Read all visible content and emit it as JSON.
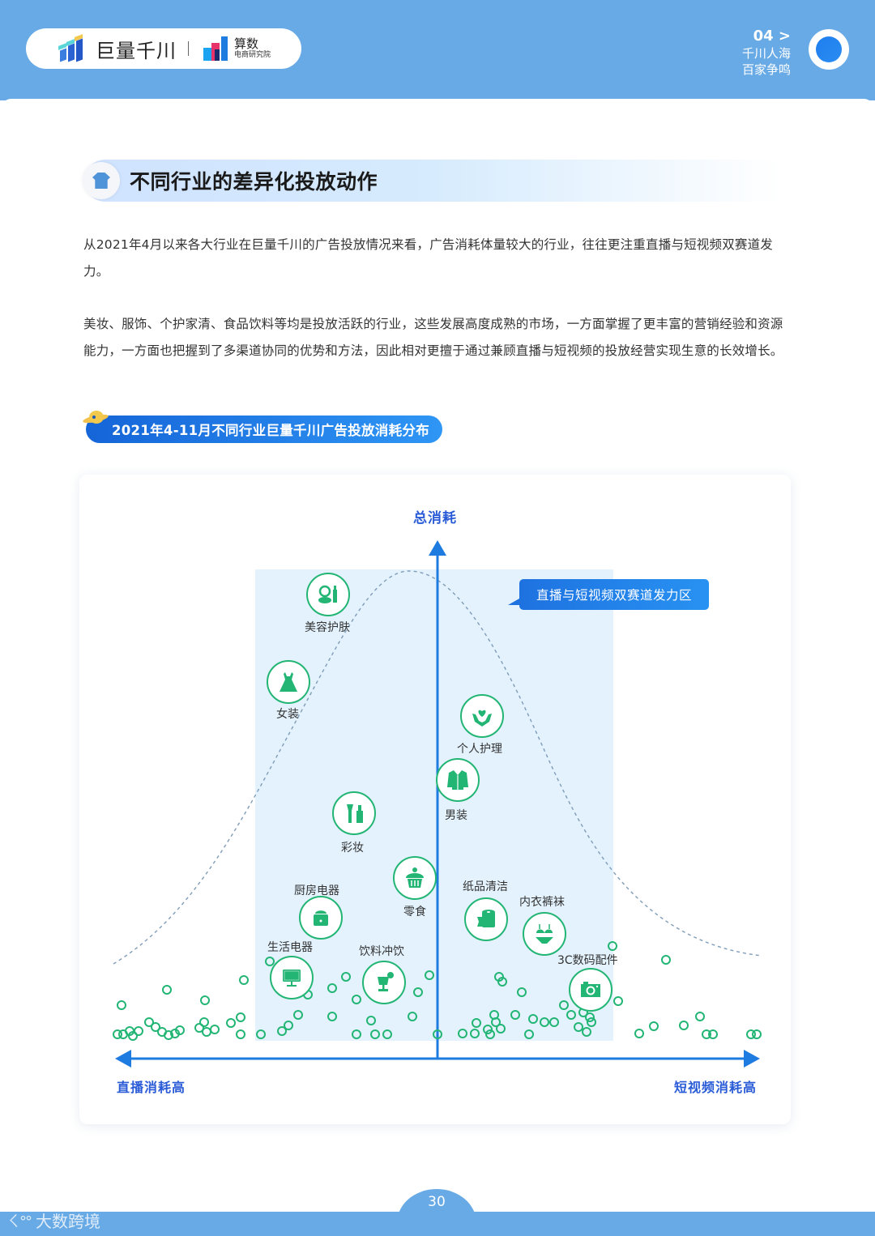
{
  "header": {
    "brand_primary": "巨量千川",
    "brand_secondary_title": "算数",
    "brand_secondary_subtitle": "电商研究院",
    "chapter_number": "04 >",
    "chapter_title_line1": "千川人海",
    "chapter_title_line2": "百家争鸣"
  },
  "section": {
    "title": "不同行业的差异化投放动作",
    "icon": "shirt-icon"
  },
  "paragraphs": [
    "从2021年4月以来各大行业在巨量千川的广告投放情况来看，广告消耗体量较大的行业，往往更注重直播与短视频双赛道发力。",
    "美妆、服饰、个护家清、食品饮料等均是投放活跃的行业，这些发展高度成熟的市场，一方面掌握了更丰富的营销经验和资源能力，一方面也把握到了多渠道协同的优势和方法，因此相对更擅于通过兼顾直播与短视频的投放经营实现生意的长效增长。"
  ],
  "chart_label": "2021年4-11月不同行业巨量千川广告投放消耗分布",
  "chart": {
    "y_axis_label": "总消耗",
    "x_axis_left_label": "直播消耗高",
    "x_axis_right_label": "短视频消耗高",
    "zone_callout": "直播与短视频双赛道发力区",
    "colors": {
      "accent_blue": "#1e7be0",
      "zone_fill": "#e3f2fd",
      "marker_green": "#22b574",
      "axis_label_blue": "#2a5bd7"
    },
    "industries": [
      {
        "name": "美容护肤",
        "icon": "compact-lipstick-icon"
      },
      {
        "name": "女装",
        "icon": "dress-icon"
      },
      {
        "name": "个人护理",
        "icon": "hands-heart-icon"
      },
      {
        "name": "男装",
        "icon": "suit-jacket-icon"
      },
      {
        "name": "彩妆",
        "icon": "makeup-brush-icon"
      },
      {
        "name": "零食",
        "icon": "cupcake-icon"
      },
      {
        "name": "厨房电器",
        "icon": "rice-cooker-icon"
      },
      {
        "name": "纸品清洁",
        "icon": "toilet-paper-icon"
      },
      {
        "name": "内衣裤袜",
        "icon": "lingerie-icon"
      },
      {
        "name": "生活电器",
        "icon": "monitor-icon"
      },
      {
        "name": "饮料冲饮",
        "icon": "cocktail-icon"
      },
      {
        "name": "3C数码配件",
        "icon": "camera-icon"
      }
    ]
  },
  "chart_data": {
    "type": "scatter",
    "title": "2021年4-11月不同行业巨量千川广告投放消耗分布",
    "xlabel": "直播消耗高 ← → 短视频消耗高",
    "ylabel": "总消耗",
    "x_range": [
      -1,
      1
    ],
    "y_range": [
      0,
      1
    ],
    "grid": false,
    "legend": "none",
    "annotations": [
      "直播与短视频双赛道发力区"
    ],
    "reference_curve": "dashed bell curve peaking near x≈-0.08",
    "highlight_region": {
      "x": [
        -0.57,
        0.55
      ],
      "y": [
        0,
        1
      ],
      "label": "直播与短视频双赛道发力区"
    },
    "series": [
      {
        "name": "labeled industries",
        "points": [
          {
            "label": "美容护肤",
            "x": -0.34,
            "y": 0.95
          },
          {
            "label": "女装",
            "x": -0.46,
            "y": 0.77
          },
          {
            "label": "个人护理",
            "x": 0.14,
            "y": 0.66
          },
          {
            "label": "男装",
            "x": 0.06,
            "y": 0.53
          },
          {
            "label": "彩妆",
            "x": -0.26,
            "y": 0.46
          },
          {
            "label": "零食",
            "x": -0.07,
            "y": 0.33
          },
          {
            "label": "厨房电器",
            "x": -0.36,
            "y": 0.23
          },
          {
            "label": "纸品清洁",
            "x": 0.15,
            "y": 0.23
          },
          {
            "label": "内衣裤袜",
            "x": 0.33,
            "y": 0.21
          },
          {
            "label": "生活电器",
            "x": -0.46,
            "y": 0.12
          },
          {
            "label": "饮料冲饮",
            "x": -0.17,
            "y": 0.11
          },
          {
            "label": "3C数码配件",
            "x": 0.48,
            "y": 0.1
          }
        ]
      },
      {
        "name": "other industries (unlabeled small markers)",
        "count_approx": 95,
        "note": "dense cluster along bottom near y≈0–0.12 spanning full x range"
      }
    ]
  },
  "footer": {
    "page_number": "30",
    "watermark": "大数跨境"
  }
}
